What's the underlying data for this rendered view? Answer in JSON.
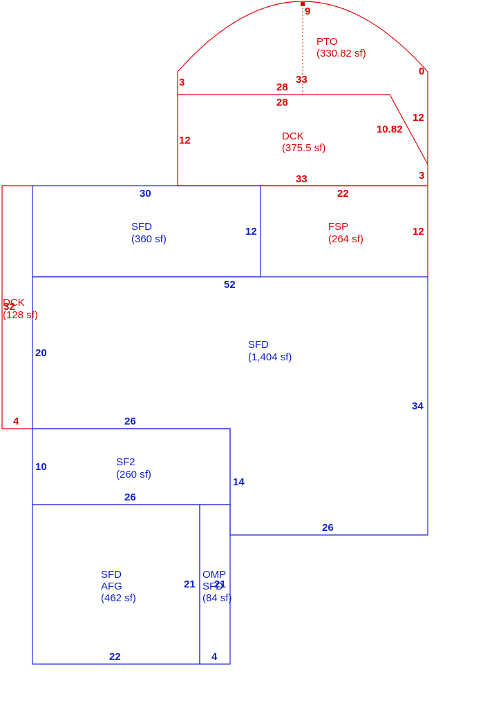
{
  "colors": {
    "area_red": "#e00000",
    "area_blue": "#1020c8"
  },
  "areas": {
    "pto": {
      "code": "PTO",
      "size": "(330.82 sf)"
    },
    "dck_top": {
      "code": "DCK",
      "size": "(375.5 sf)"
    },
    "sfd_upper": {
      "code": "SFD",
      "size": "(360 sf)"
    },
    "fsp": {
      "code": "FSP",
      "size": "(264 sf)"
    },
    "dck_left": {
      "code": "DCK",
      "size": "(128 sf)"
    },
    "sfd_main": {
      "code": "SFD",
      "size": "(1,404 sf)"
    },
    "sf2": {
      "code": "SF2",
      "size": "(260 sf)"
    },
    "sfd_afg": {
      "code": "SFD",
      "code2": "AFG",
      "size": "(462 sf)"
    },
    "omp": {
      "code": "OMP",
      "code2": "SFD",
      "size": "(84 sf)"
    }
  },
  "dimensions": {
    "pto_top": "9",
    "pto_radius": "33",
    "pto_left": "3",
    "pto_right": "0",
    "dck_top_upper": "28",
    "dck_top_lower": "28",
    "dck_left": "12",
    "dck_right": "12",
    "dck_diag": "10.82",
    "dck_bottom_right": "3",
    "dck_bottom": "33",
    "sfd_upper_top": "30",
    "sfd_upper_right": "12",
    "fsp_top": "22",
    "fsp_right": "12",
    "main_top": "52",
    "dck_left_top": "32",
    "main_left": "20",
    "dck_left_bottom": "4",
    "main_right": "34",
    "sf2_top": "26",
    "sf2_left": "10",
    "sf2_right": "14",
    "sf2_bottom": "26",
    "main_bottom": "26",
    "afg_right": "21",
    "omp_right": "21",
    "afg_bottom": "22",
    "omp_bottom": "4"
  }
}
